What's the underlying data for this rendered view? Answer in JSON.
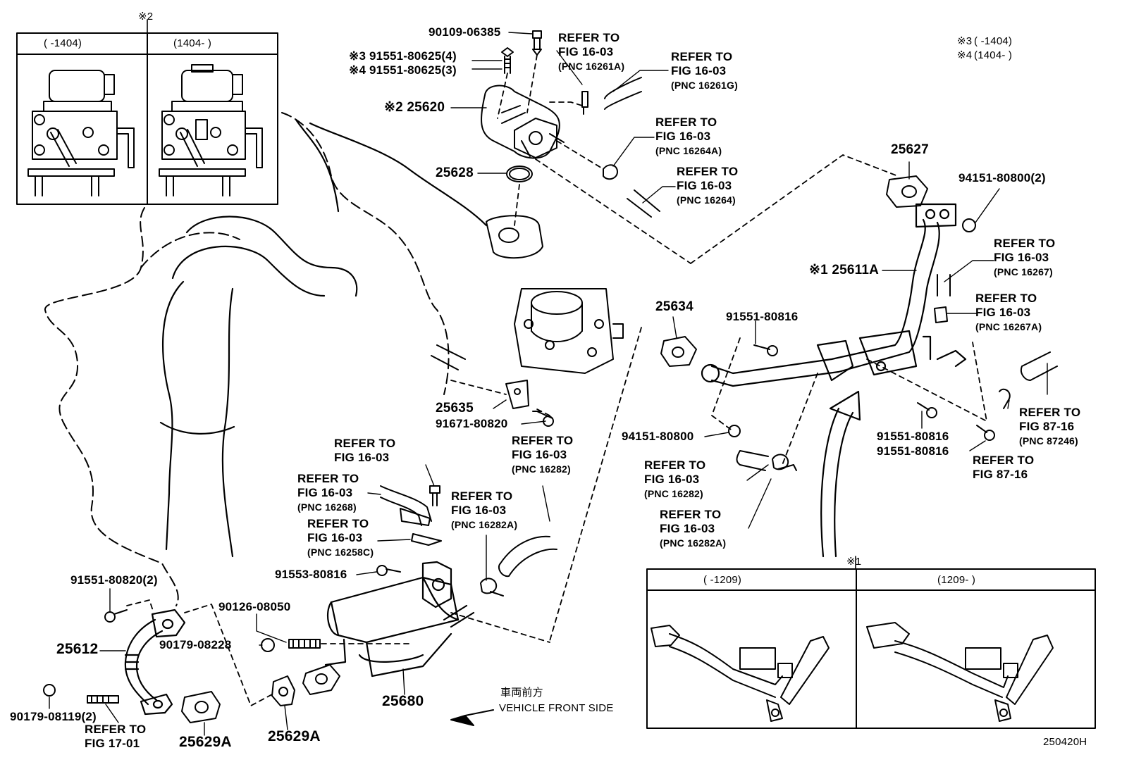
{
  "note_x1": "※1",
  "note_x2": "※2",
  "legend": [
    {
      "mark": "※3",
      "range": "(      -1404)"
    },
    {
      "mark": "※4",
      "range": "(1404-      )"
    }
  ],
  "inset_top": {
    "left_range": "(      -1404)",
    "right_range": "(1404-      )"
  },
  "inset_bottom": {
    "left_range": "(      -1209)",
    "right_range": "(1209-      )"
  },
  "labels": {
    "p90109": "90109-06385",
    "p91551_80625_4": "※3 91551-80625(4)",
    "p91551_80625_3": "※4 91551-80625(3)",
    "p25620": "※2 25620",
    "p25628": "25628",
    "p25627": "25627",
    "p94151_2": "94151-80800(2)",
    "p25611A": "※1 25611A",
    "p25634": "25634",
    "p91551_80816_a": "91551-80816",
    "p25635": "25635",
    "p91671": "91671-80820",
    "p94151": "94151-80800",
    "p91551_80816_b": "91551-80816",
    "p91551_80816_c": "91551-80816",
    "p91553": "91553-80816",
    "p91551_80820": "91551-80820(2)",
    "p90126": "90126-08050",
    "p90179_08228": "90179-08228",
    "p25612": "25612",
    "p90179_08119": "90179-08119(2)",
    "p25629A_left": "25629A",
    "p25629A_right": "25629A",
    "p25680": "25680",
    "front_jp": "車両前方",
    "front_en": "VEHICLE FRONT SIDE",
    "figcode": "250420H"
  },
  "refs": [
    {
      "id": "r16261A",
      "l1": "REFER TO",
      "l2": "FIG 16-03",
      "pnc": "(PNC 16261A)"
    },
    {
      "id": "r16261G",
      "l1": "REFER TO",
      "l2": "FIG 16-03",
      "pnc": "(PNC 16261G)"
    },
    {
      "id": "r16264A",
      "l1": "REFER TO",
      "l2": "FIG 16-03",
      "pnc": "(PNC 16264A)"
    },
    {
      "id": "r16264",
      "l1": "REFER TO",
      "l2": "FIG 16-03",
      "pnc": "(PNC 16264)"
    },
    {
      "id": "r16267",
      "l1": "REFER TO",
      "l2": "FIG 16-03",
      "pnc": "(PNC 16267)"
    },
    {
      "id": "r16267A",
      "l1": "REFER TO",
      "l2": "FIG 16-03",
      "pnc": "(PNC 16267A)"
    },
    {
      "id": "r87246",
      "l1": "REFER TO",
      "l2": "FIG 87-16",
      "pnc": "(PNC 87246)"
    },
    {
      "id": "r8716",
      "l1": "REFER TO",
      "l2": "FIG 87-16",
      "pnc": ""
    },
    {
      "id": "r16282",
      "l1": "REFER TO",
      "l2": "FIG 16-03",
      "pnc": "(PNC 16282)"
    },
    {
      "id": "r16282b",
      "l1": "REFER TO",
      "l2": "FIG 16-03",
      "pnc": "(PNC 16282)"
    },
    {
      "id": "r16282A",
      "l1": "REFER TO",
      "l2": "FIG 16-03",
      "pnc": "(PNC 16282A)"
    },
    {
      "id": "r16282Ab",
      "l1": "REFER TO",
      "l2": "FIG 16-03",
      "pnc": "(PNC 16282A)"
    },
    {
      "id": "r1603",
      "l1": "REFER TO",
      "l2": "FIG 16-03",
      "pnc": ""
    },
    {
      "id": "r16268",
      "l1": "REFER TO",
      "l2": "FIG 16-03",
      "pnc": "(PNC 16268)"
    },
    {
      "id": "r16258C",
      "l1": "REFER TO",
      "l2": "FIG 16-03",
      "pnc": "(PNC 16258C)"
    },
    {
      "id": "r1701",
      "l1": "REFER TO",
      "l2": "FIG 17-01",
      "pnc": ""
    }
  ]
}
